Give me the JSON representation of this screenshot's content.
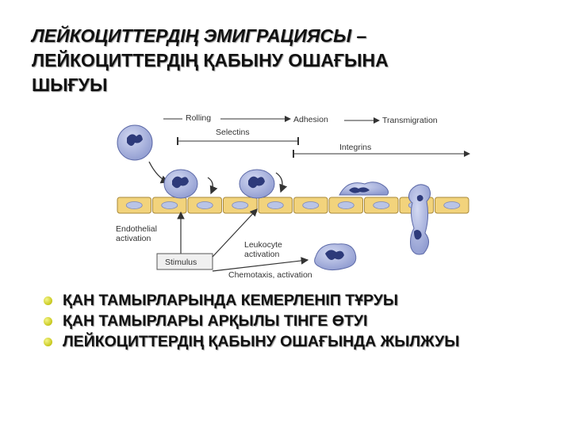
{
  "title": {
    "line1": "ЛЕЙКОЦИТТЕРДІҢ ЭМИГРАЦИЯСЫ –",
    "line2": "ЛЕЙКОЦИТТЕРДІҢ ҚАБЫНУ ОШАҒЫНА",
    "line3": "ШЫҒУЫ"
  },
  "diagram": {
    "labels": {
      "rolling": "Rolling",
      "adhesion": "Adhesion",
      "transmigration": "Transmigration",
      "selectins": "Selectins",
      "integrins": "Integrins",
      "endothelial_activation_1": "Endothelial",
      "endothelial_activation_2": "activation",
      "leukocyte_activation_1": "Leukocyte",
      "leukocyte_activation_2": "activation",
      "stimulus": "Stimulus",
      "chemotaxis": "Chemotaxis, activation"
    },
    "colors": {
      "endothelium": "#f2d37c",
      "leukocyte": "#aab4e0",
      "nucleus": "#2d3a7a"
    }
  },
  "bullets": [
    "ҚАН ТАМЫРЛАРЫНДА КЕМЕРЛЕНІП ТҰРУЫ",
    "ҚАН ТАМЫРЛАРЫ АРҚЫЛЫ ТІНГЕ ӨТУІ",
    "ЛЕЙКОЦИТТЕРДІҢ  ҚАБЫНУ ОШАҒЫНДА ЖЫЛЖУЫ"
  ]
}
